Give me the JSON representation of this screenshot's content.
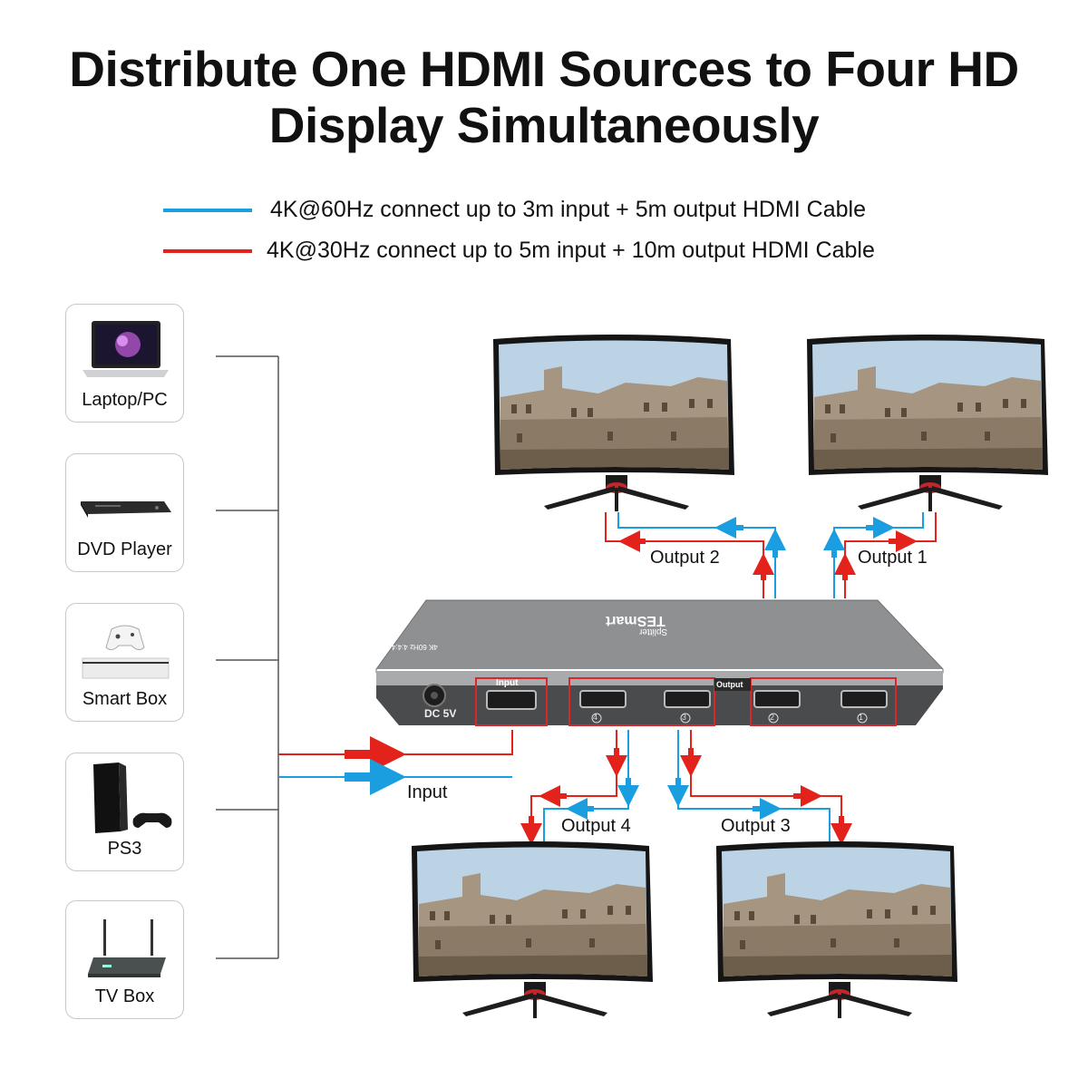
{
  "title": {
    "line1": "Distribute One HDMI Sources to Four HD",
    "line2": "Display Simultaneously"
  },
  "legend": [
    {
      "text": "4K@60Hz connect up to 3m input + 5m output HDMI Cable",
      "color": "#1a9ee0"
    },
    {
      "text": "4K@30Hz connect up to 5m input + 10m output HDMI Cable",
      "color": "#e3231b"
    }
  ],
  "sources": [
    {
      "label": "Laptop/PC",
      "icon": "laptop-icon"
    },
    {
      "label": "DVD Player",
      "icon": "dvd-player-icon"
    },
    {
      "label": "Smart Box",
      "icon": "game-console-icon"
    },
    {
      "label": "PS3",
      "icon": "ps-console-icon"
    },
    {
      "label": "TV Box",
      "icon": "tv-box-icon"
    }
  ],
  "splitter": {
    "brand": "TESmart",
    "sub": "Splitter",
    "model_text": "4K 60Hz 4:4:4",
    "power_label": "DC 5V",
    "input_label": "Input",
    "output_label": "Output",
    "port_numbers": [
      "4",
      "3",
      "2",
      "1"
    ]
  },
  "outputs": [
    "Output 2",
    "Output 1",
    "Output 4",
    "Output 3"
  ],
  "input_label": "Input",
  "colors": {
    "blue": "#1a9ee0",
    "red": "#e3231b",
    "device_gray": "#8f9092",
    "highlight": "#d9262a"
  }
}
